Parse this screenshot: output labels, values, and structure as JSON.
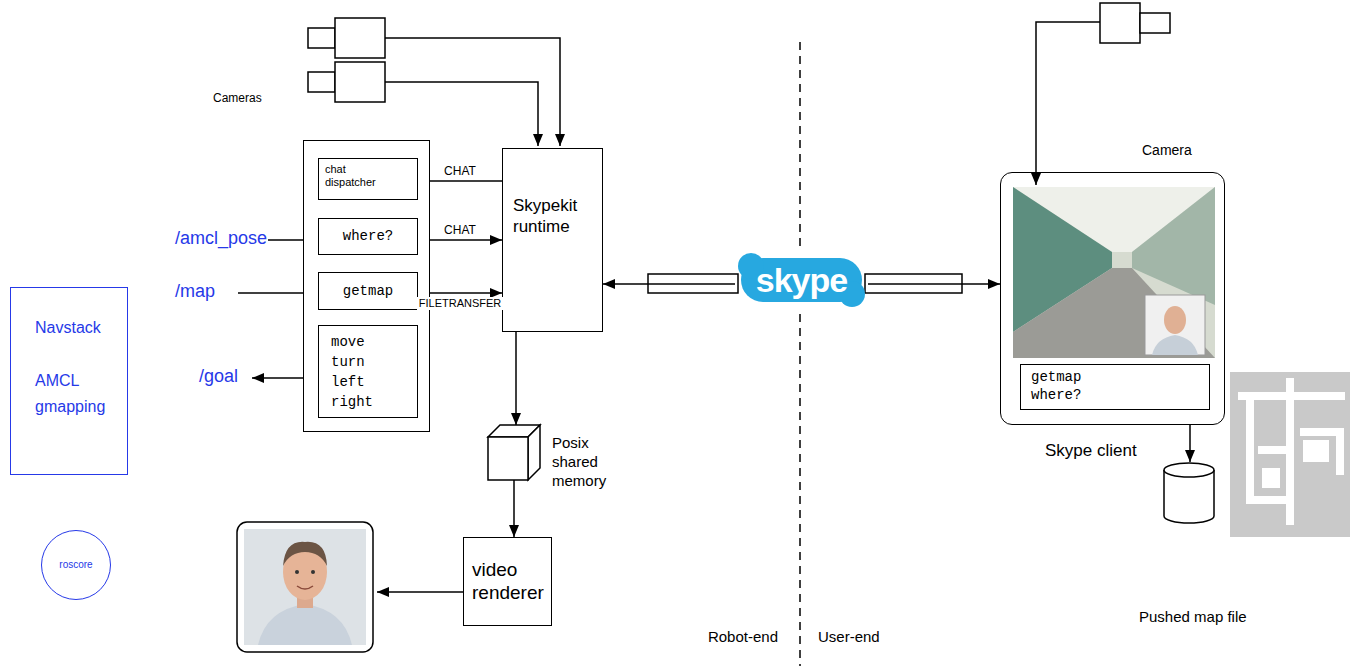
{
  "diagram": {
    "nodes": [
      {
        "text": []
      },
      {
        "text": [
          "chat dispatcher"
        ],
        "in": 0
      },
      {
        "text": [
          "where?"
        ],
        "in": 0
      },
      {
        "text": [
          "getmap"
        ],
        "in": 0
      },
      {
        "text": [
          "move turn left right"
        ],
        "in": 0
      },
      {
        "text": [
          "Skypekit runtime"
        ]
      },
      {
        "text": [
          "Navstack",
          "AMCL gmapping"
        ]
      },
      {
        "text": [
          "roscore"
        ]
      },
      {
        "text": [
          "Posix shared memory"
        ]
      },
      {
        "text": [
          "video renderer"
        ]
      },
      {
        "text": [
          "skype"
        ]
      },
      {
        "text": [
          "Skype client"
        ]
      },
      {
        "text": [
          "getmap where?"
        ],
        "in": 11
      },
      {
        "text": [
          "Pushed map file"
        ]
      }
    ],
    "edges": [
      {
        "from": 5,
        "to": 1,
        "arrow": "to",
        "label": "CHAT"
      },
      {
        "from": 2,
        "to": 5,
        "arrow": "to",
        "label": "CHAT"
      },
      {
        "from": 3,
        "to": 5,
        "arrow": "to",
        "label": "FILETRANSFER"
      },
      {
        "from": 5,
        "to": 8,
        "arrow": "to"
      },
      {
        "from": 8,
        "to": 9,
        "arrow": "to"
      },
      {
        "from": 10,
        "to": 5,
        "arrow": "to"
      },
      {
        "from": 10,
        "to": 11,
        "arrow": "to"
      },
      {
        "from": 11,
        "to": 13,
        "arrow": "to"
      }
    ],
    "labels": [
      "Cameras",
      "/amcl_pose",
      "/map",
      "/goal",
      "Camera",
      "Robot-end",
      "User-end"
    ]
  }
}
